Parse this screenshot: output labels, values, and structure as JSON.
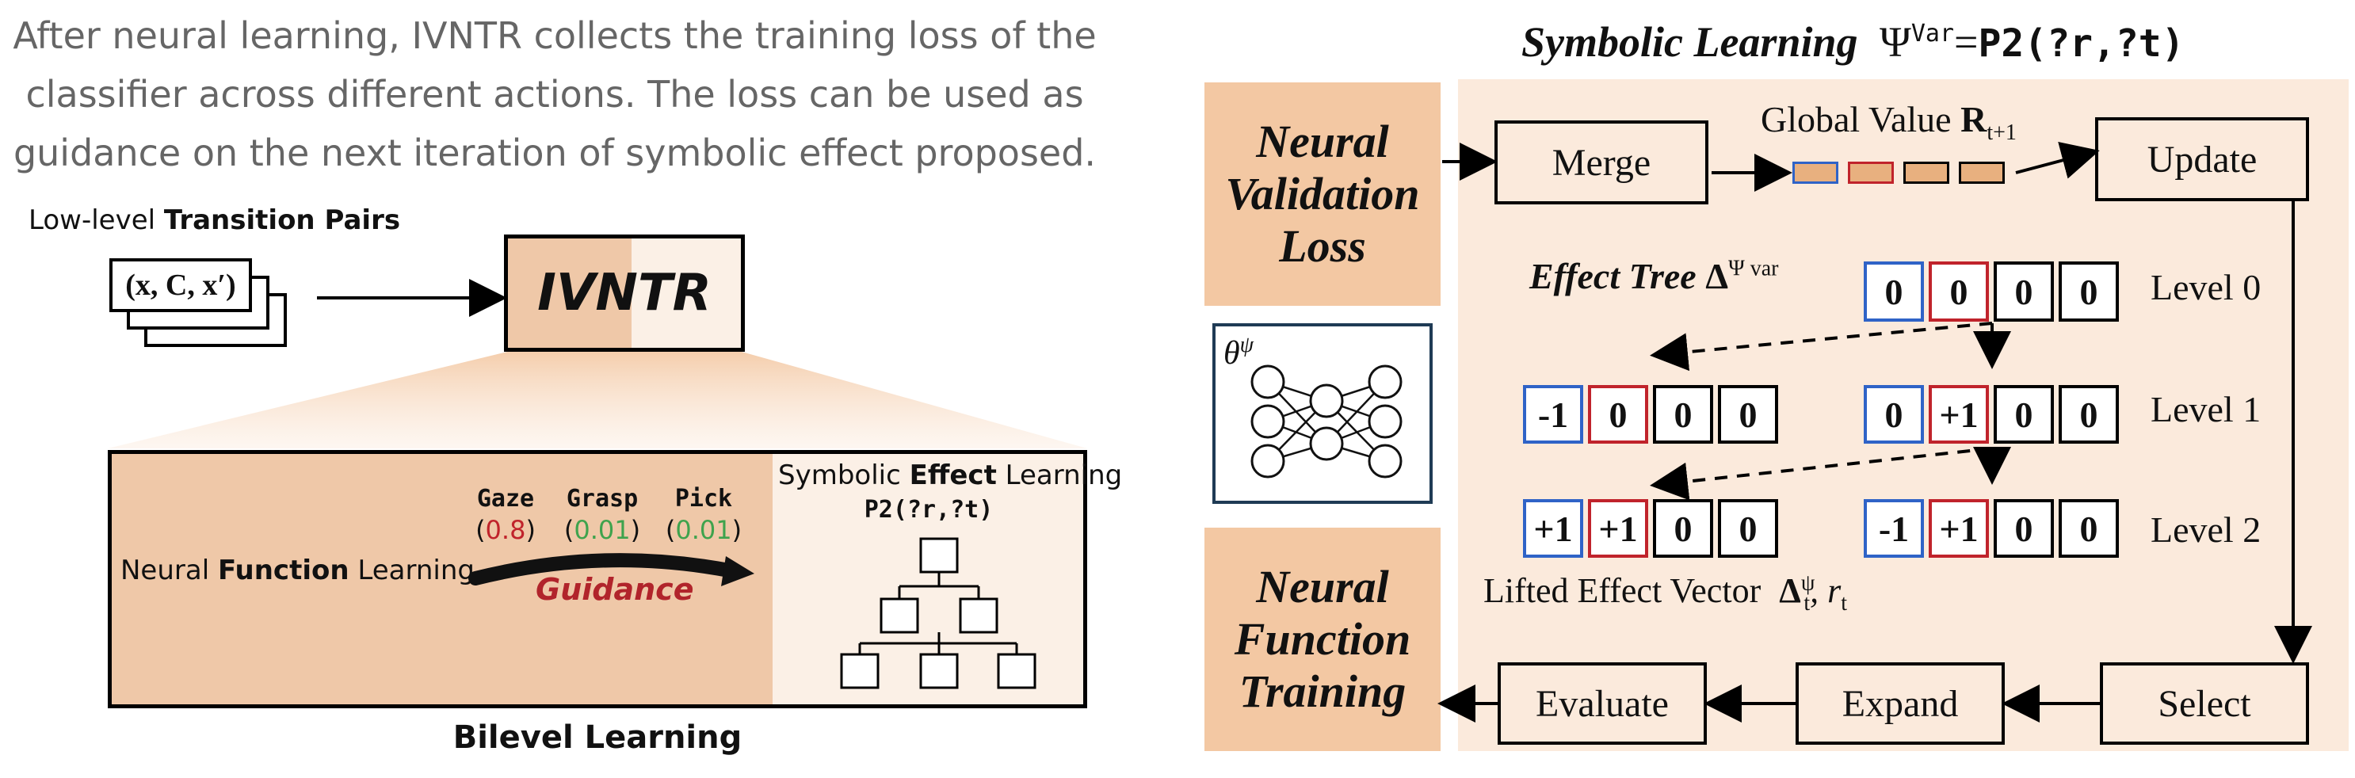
{
  "caption": {
    "line1": "After neural learning, IVNTR collects the training loss of the",
    "line2": "classifier across different actions. The loss can be used as",
    "line3": "guidance on the next iteration of symbolic effect proposed."
  },
  "left": {
    "transition_label_prefix": "Low-level ",
    "transition_label_bold": "Transition Pairs",
    "transition_tuple": "(x, C, x′)",
    "ivntr_label": "IVNTR",
    "neural_label_prefix": "Neural ",
    "neural_label_bold": "Function",
    "neural_label_suffix": " Learning",
    "actions": [
      {
        "name": "Gaze",
        "loss": "0.8",
        "color": "#c0232b"
      },
      {
        "name": "Grasp",
        "loss": "0.01",
        "color": "#3fa34d"
      },
      {
        "name": "Pick",
        "loss": "0.01",
        "color": "#3fa34d"
      }
    ],
    "guidance_label": "Guidance",
    "symbolic_label_prefix": "Symbolic ",
    "symbolic_label_bold": "Effect",
    "symbolic_label_suffix": " Learning",
    "symbolic_predicate": "P2(?r,?t)",
    "bilevel_label": "Bilevel Learning"
  },
  "right": {
    "title_prefix": "Symbolic Learning",
    "title_psi": "Ψ",
    "title_sup": "Var",
    "title_eq": "=",
    "title_predicate": "P2(?r,?t)",
    "neural_validation_loss": [
      "Neural",
      "Validation",
      "Loss"
    ],
    "neural_function_training": [
      "Neural",
      "Function",
      "Training"
    ],
    "merge_label": "Merge",
    "update_label": "Update",
    "select_label": "Select",
    "expand_label": "Expand",
    "evaluate_label": "Evaluate",
    "global_value_label": "Global Value",
    "global_value_symbol": "R",
    "global_value_sub": "t+1",
    "effect_tree_label": "Effect Tree",
    "effect_tree_symbol": "Δ",
    "effect_tree_sup": "Ψ var",
    "theta_label": "θ",
    "theta_sup": "ψ",
    "level_labels": [
      "Level 0",
      "Level 1",
      "Level 2"
    ],
    "level0": [
      "0",
      "0",
      "0",
      "0"
    ],
    "level1_left": [
      "-1",
      "0",
      "0",
      "0"
    ],
    "level1_right": [
      "0",
      "+1",
      "0",
      "0"
    ],
    "level2_left": [
      "+1",
      "+1",
      "0",
      "0"
    ],
    "level2_right": [
      "-1",
      "+1",
      "0",
      "0"
    ],
    "lifted_label": "Lifted Effect Vector",
    "lifted_symbol": "Δ",
    "lifted_sub": "t",
    "lifted_sup": "ψ",
    "lifted_suffix": ", r",
    "lifted_suffix_sub": "t",
    "colors": {
      "blue": "#2f63c7",
      "red": "#c0232b",
      "orange": "#e8b07f",
      "peach": "#f3c8a3"
    }
  }
}
